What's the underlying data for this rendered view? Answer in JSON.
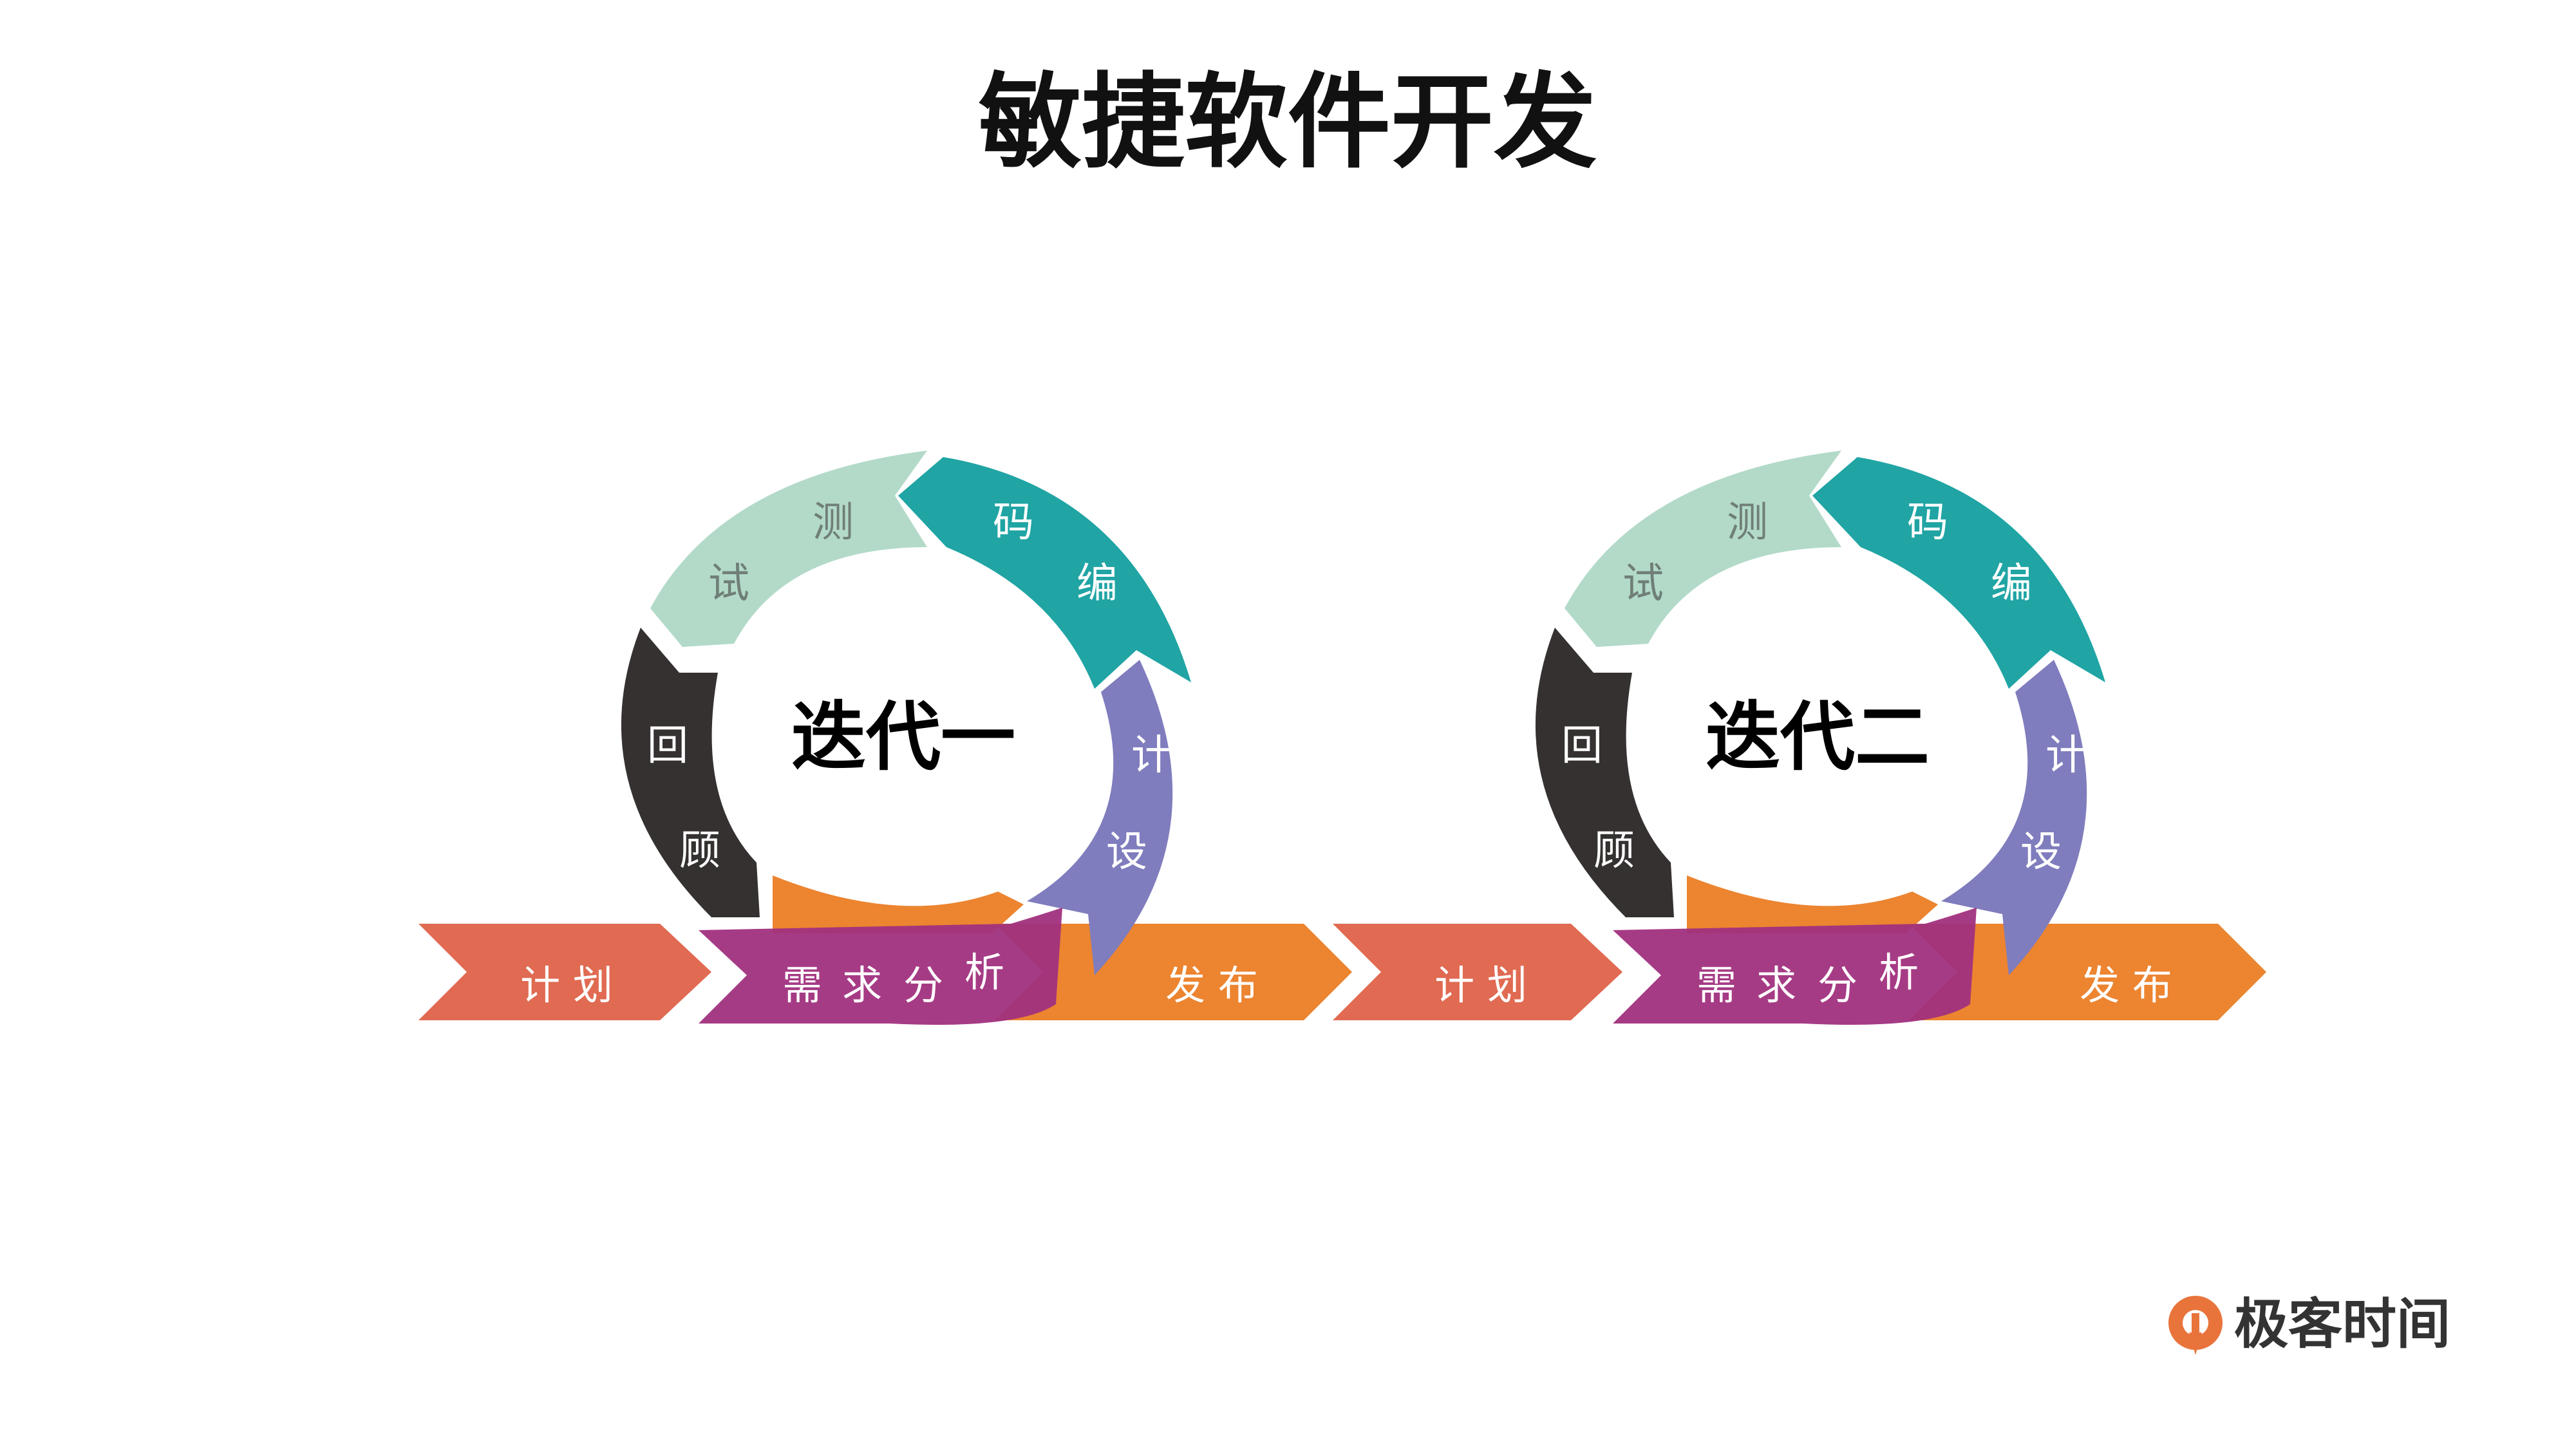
{
  "title": "敏捷软件开发",
  "iterations": [
    {
      "name": "迭代一",
      "segments": {
        "test": [
          "测",
          "试"
        ],
        "code": [
          "码",
          "编"
        ],
        "design": [
          "计",
          "设"
        ],
        "review": [
          "回",
          "顾"
        ]
      },
      "plan_band": "计 划",
      "analysis_band": [
        "需",
        "求",
        "分",
        "析"
      ],
      "release_band": "发 布"
    },
    {
      "name": "迭代二",
      "segments": {
        "test": [
          "测",
          "试"
        ],
        "code": [
          "码",
          "编"
        ],
        "design": [
          "计",
          "设"
        ],
        "review": [
          "回",
          "顾"
        ]
      },
      "plan_band": "计 划",
      "analysis_band": [
        "需",
        "求",
        "分",
        "析"
      ],
      "release_band": "发 布"
    }
  ],
  "logo": {
    "text": "极客时间",
    "icon": "geektime-logo-icon"
  },
  "colors": {
    "plan": "#e06a52",
    "analysis": "#a1307e",
    "release": "#ec8430",
    "test": "#b3dac9",
    "code": "#20a4a4",
    "design": "#7f7dbd",
    "review": "#353131",
    "orange_wedge": "#ec8430",
    "logo": "#e8743b"
  }
}
